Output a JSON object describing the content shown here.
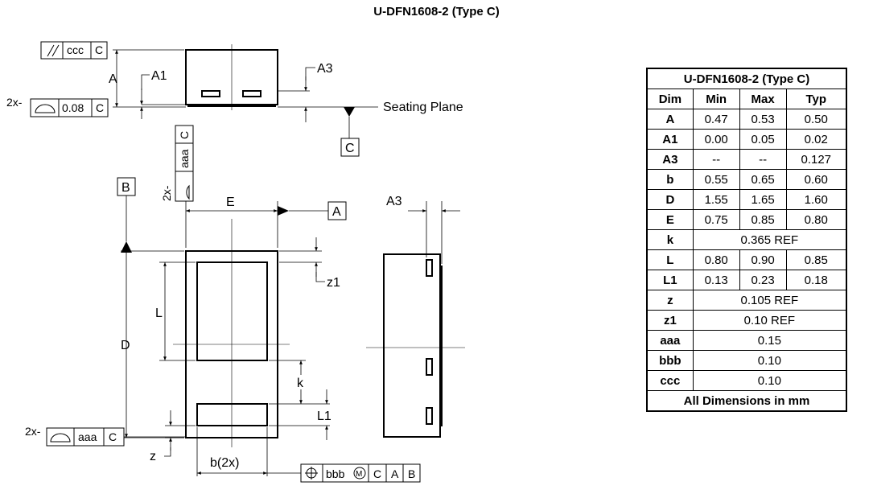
{
  "title": "U-DFN1608-2 (Type C)",
  "labels": {
    "A": "A",
    "A1": "A1",
    "A3": "A3",
    "A3_side": "A3",
    "seating_plane": "Seating Plane",
    "datum_C": "C",
    "datum_B": "B",
    "datum_A": "A",
    "E": "E",
    "D": "D",
    "L": "L",
    "L1": "L1",
    "k": "k",
    "z": "z",
    "z1": "z1",
    "b2x": "b(2x)",
    "mult_2x_left": "2x-",
    "mult_2x_vert": "2x-",
    "mult_2x_bottom": "2x-"
  },
  "fcf": {
    "top": {
      "sym": "//",
      "tol": "ccc",
      "datum": "C"
    },
    "mid": {
      "tol": "0.08",
      "datum": "C"
    },
    "vert": {
      "tol": "aaa",
      "datum": "C"
    },
    "bottom": {
      "tol": "aaa",
      "datum": "C"
    },
    "position": {
      "tol": "bbb",
      "mod": "M",
      "d1": "C",
      "d2": "A",
      "d3": "B"
    }
  },
  "table": {
    "title": "U-DFN1608-2 (Type C)",
    "headers": [
      "Dim",
      "Min",
      "Max",
      "Typ"
    ],
    "rows": [
      {
        "dim": "A",
        "min": "0.47",
        "max": "0.53",
        "typ": "0.50"
      },
      {
        "dim": "A1",
        "min": "0.00",
        "max": "0.05",
        "typ": "0.02"
      },
      {
        "dim": "A3",
        "min": "--",
        "max": "--",
        "typ": "0.127"
      },
      {
        "dim": "b",
        "min": "0.55",
        "max": "0.65",
        "typ": "0.60"
      },
      {
        "dim": "D",
        "min": "1.55",
        "max": "1.65",
        "typ": "1.60"
      },
      {
        "dim": "E",
        "min": "0.75",
        "max": "0.85",
        "typ": "0.80"
      },
      {
        "dim": "k",
        "span": "0.365 REF"
      },
      {
        "dim": "L",
        "min": "0.80",
        "max": "0.90",
        "typ": "0.85"
      },
      {
        "dim": "L1",
        "min": "0.13",
        "max": "0.23",
        "typ": "0.18"
      },
      {
        "dim": "z",
        "span": "0.105 REF"
      },
      {
        "dim": "z1",
        "span": "0.10 REF"
      },
      {
        "dim": "aaa",
        "span": "0.15"
      },
      {
        "dim": "bbb",
        "span": "0.10"
      },
      {
        "dim": "ccc",
        "span": "0.10"
      }
    ],
    "footer": "All Dimensions in mm"
  }
}
